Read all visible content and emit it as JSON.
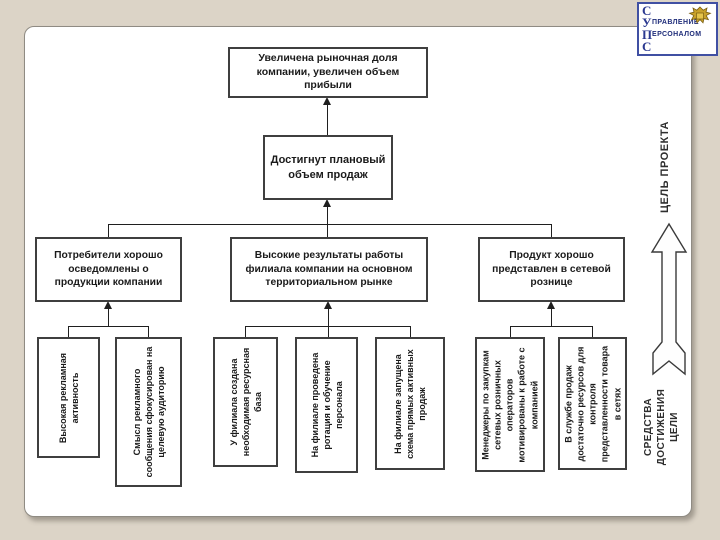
{
  "page": {
    "background_color": "#dcd4c7",
    "panel_color": "#ffffff"
  },
  "logo": {
    "rows": [
      {
        "letter": "С",
        "word": ""
      },
      {
        "letter": "У",
        "word": "ПРАВЛЕНИЕ"
      },
      {
        "letter": "П",
        "word": "ЕРСОНАЛОМ"
      },
      {
        "letter": "С",
        "word": ""
      }
    ],
    "emblem_icon": "gold-crest",
    "border_color": "#4050a3",
    "letter_color": "#2b3990",
    "word_color": "#1f2d7a"
  },
  "side_labels": {
    "goal": "ЦЕЛЬ ПРОЕКТА",
    "means": "СРЕДСТВА\nДОСТИЖЕНИЯ\nЦЕЛИ",
    "arrow_icon": "up-arrow-outline"
  },
  "tree": {
    "root": {
      "text": "Увеличена рыночная доля компании, увеличен объем прибыли"
    },
    "goal": {
      "text": "Достигнут плановый объем продаж"
    },
    "branches": [
      {
        "text": "Потребители хорошо осведомлены о продукции компании"
      },
      {
        "text": "Высокие результаты работы филиала компании на основном территориальном рынке"
      },
      {
        "text": "Продукт хорошо представлен в сетевой рознице"
      }
    ],
    "leaves": [
      {
        "text": "Высокая рекламная активность"
      },
      {
        "text": "Смысл рекламного сообщения сфокусирован на целевую аудиторию"
      },
      {
        "text": "У филиала создана необходимая ресурсная база"
      },
      {
        "text": "На филиале проведена ротация и обучение персонала"
      },
      {
        "text": "На филиале запущена схема прямых активных продаж"
      },
      {
        "text": "Менеджеры по закупкам сетевых розничных операторов мотивированы к работе с компанией"
      },
      {
        "text": "В службе продаж достаточно ресурсов для контроля представленности товара в сетях"
      }
    ]
  },
  "colors": {
    "box_border": "#3f3f3f",
    "connector_line": "#1f1f1f",
    "text": "#1a1a1a"
  }
}
